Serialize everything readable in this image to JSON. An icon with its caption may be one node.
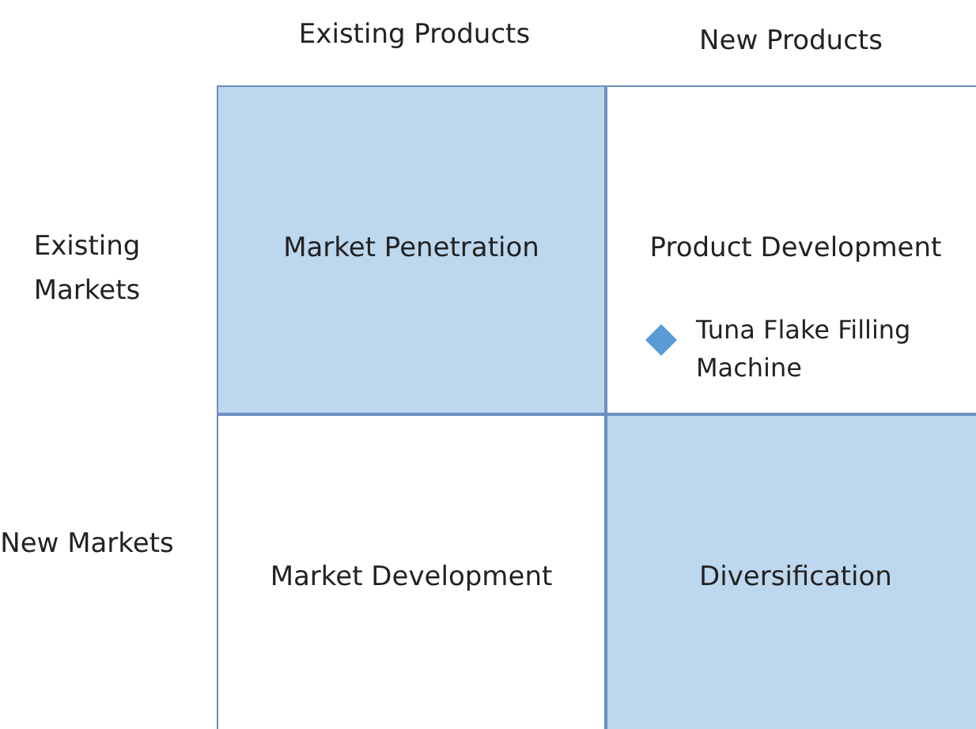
{
  "diagram": {
    "nodes": [
      {
        "text": [
          "Market Penetration"
        ]
      },
      {
        "text": [
          "Product Development",
          "Tuna Flake Filling Machine"
        ]
      },
      {
        "text": [
          "Market Development"
        ]
      },
      {
        "text": [
          "Diversification"
        ]
      }
    ],
    "labels": [
      "Existing Products",
      "New Products",
      "Existing Markets",
      "New Markets"
    ]
  }
}
